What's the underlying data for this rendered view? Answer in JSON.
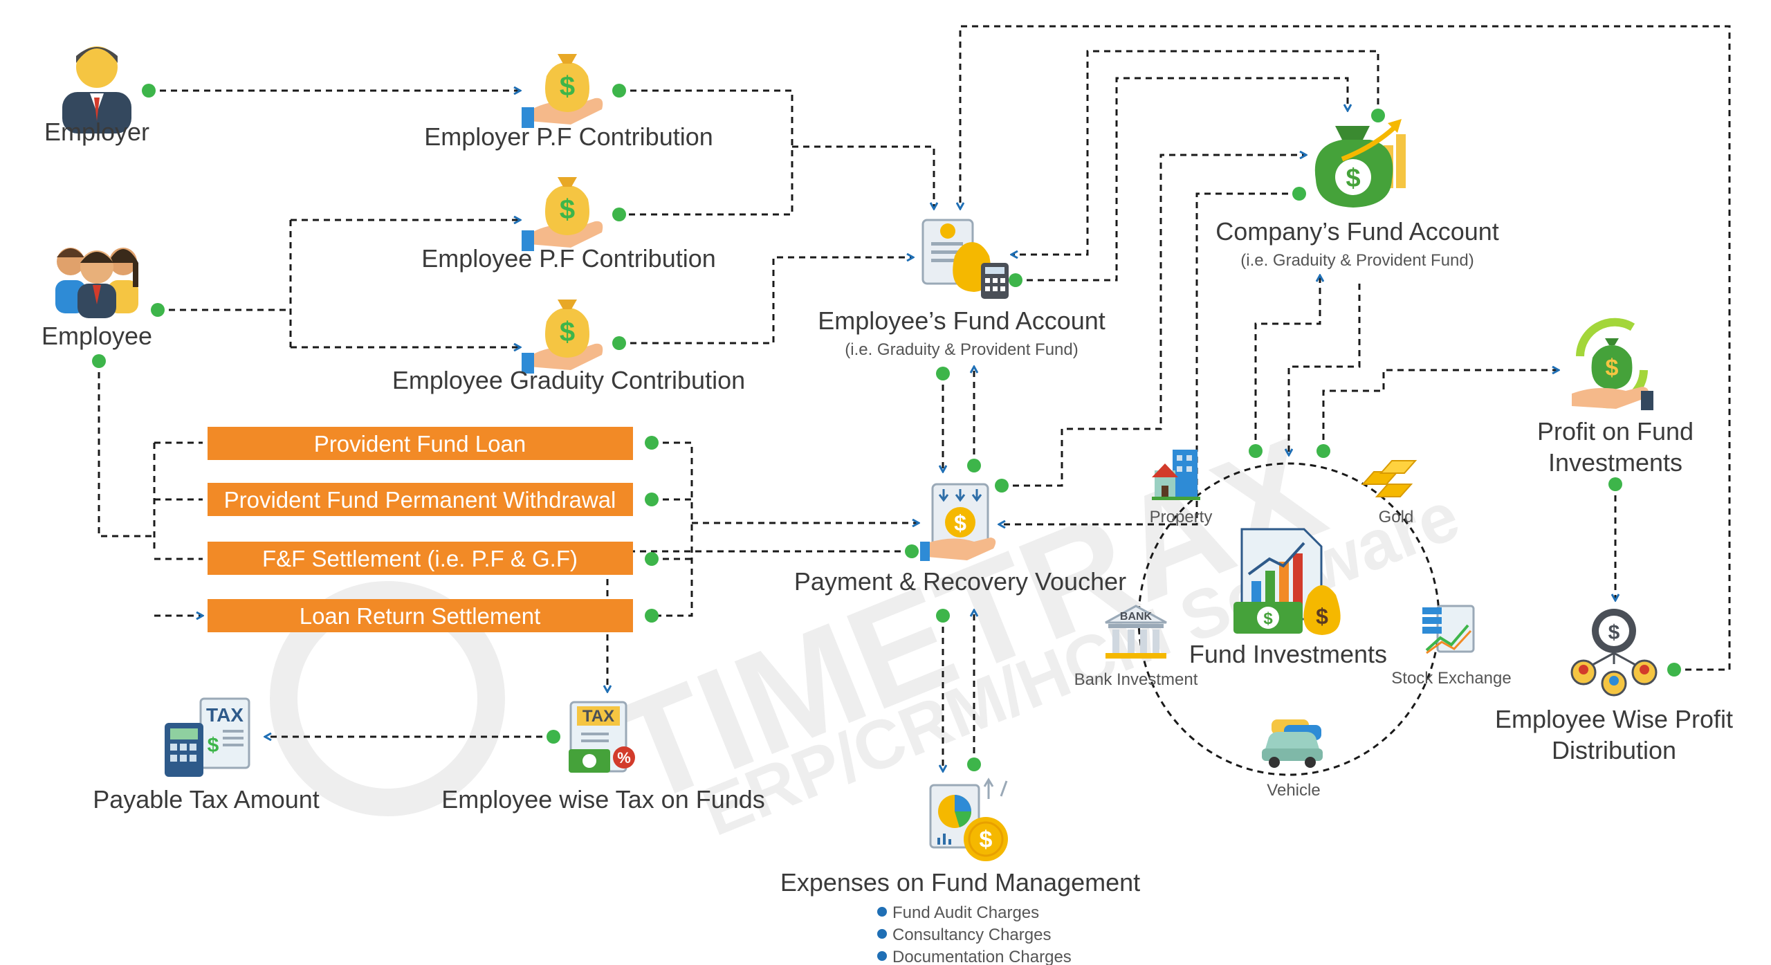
{
  "watermark": {
    "brand": "TIMETRAX",
    "tagline": "ERP/CRM/HCM Software"
  },
  "colors": {
    "line": "#1a1a1a",
    "arrow": "#1f6fb5",
    "dot": "#3db54a",
    "orange": "#f28a26",
    "coin": "#f5b800",
    "green_bag": "#45a23a"
  },
  "nodes": {
    "employer": "Employer",
    "employee": "Employee",
    "employer_pf": "Employer P.F Contribution",
    "employee_pf": "Employee P.F Contribution",
    "employee_gratuity": "Employee Graduity Contribution",
    "employee_fund": {
      "title": "Employee’s Fund Account",
      "subtitle": "(i.e. Graduity & Provident Fund)"
    },
    "company_fund": {
      "title": "Company’s Fund Account",
      "subtitle": "(i.e. Graduity & Provident Fund)"
    },
    "voucher": "Payment & Recovery Voucher",
    "employee_tax": "Employee wise Tax on Funds",
    "payable_tax": "Payable Tax Amount",
    "fund_investments": "Fund Investments",
    "profit": {
      "line1": "Profit on Fund",
      "line2": "Investments"
    },
    "distribution": {
      "line1": "Employee Wise Profit",
      "line2": "Distribution"
    },
    "expenses": {
      "title": "Expenses on Fund Management",
      "items": [
        "Fund Audit Charges",
        "Consultancy Charges",
        "Documentation Charges"
      ]
    }
  },
  "settlements": [
    "Provident Fund Loan",
    "Provident Fund Permanent Withdrawal",
    "F&F Settlement (i.e. P.F & G.F)",
    "Loan Return Settlement"
  ],
  "investments": {
    "property": "Property",
    "gold": "Gold",
    "bank": "Bank Investment",
    "stock": "Stock Exchange",
    "vehicle": "Vehicle"
  },
  "icon_text": {
    "tax": "TAX",
    "bank": "BANK",
    "dollar": "$"
  }
}
